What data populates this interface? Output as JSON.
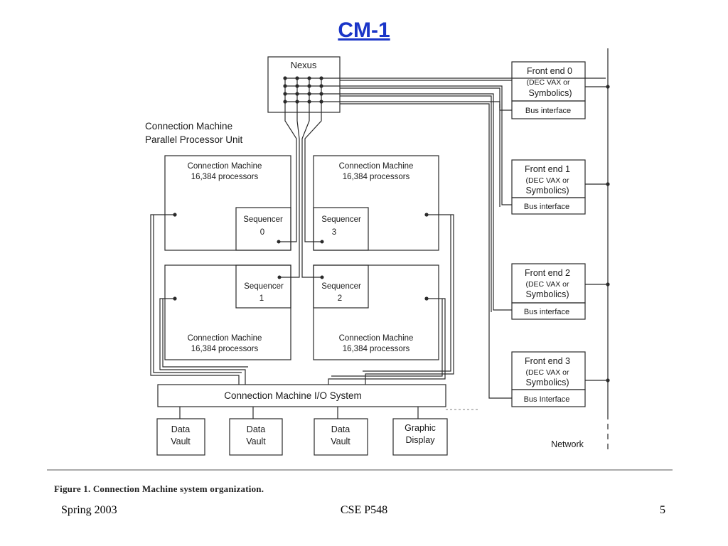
{
  "slide": {
    "title": "CM-1"
  },
  "diagram": {
    "nexus_label": "Nexus",
    "ppu_label": [
      "Connection Machine",
      "Parallel Processor Unit"
    ],
    "quadrants": [
      {
        "label1": "Connection Machine",
        "label2": "16,384 processors",
        "sequencer": "Sequencer",
        "seq_num": "0"
      },
      {
        "label1": "Connection Machine",
        "label2": "16,384 processors",
        "sequencer": "Sequencer",
        "seq_num": "3"
      },
      {
        "label1": "Connection Machine",
        "label2": "16,384 processors",
        "sequencer": "Sequencer",
        "seq_num": "1"
      },
      {
        "label1": "Connection Machine",
        "label2": "16,384 processors",
        "sequencer": "Sequencer",
        "seq_num": "2"
      }
    ],
    "front_ends": [
      {
        "line1": "Front end  0",
        "line2": "(DEC VAX  or",
        "line3": "Symbolics)",
        "bus": "Bus interface"
      },
      {
        "line1": "Front end  1",
        "line2": "(DEC VAX  or",
        "line3": "Symbolics)",
        "bus": "Bus interface"
      },
      {
        "line1": "Front end  2",
        "line2": "(DEC VAX  or",
        "line3": "Symbolics)",
        "bus": "Bus interface"
      },
      {
        "line1": "Front end  3",
        "line2": "(DEC VAX  or",
        "line3": "Symbolics)",
        "bus": "Bus Interface"
      }
    ],
    "io_system": "Connection Machine I/O System",
    "devices": [
      {
        "line1": "Data",
        "line2": "Vault"
      },
      {
        "line1": "Data",
        "line2": "Vault"
      },
      {
        "line1": "Data",
        "line2": "Vault"
      },
      {
        "line1": "Graphic",
        "line2": "Display"
      }
    ],
    "network_label": "Network"
  },
  "caption": "Figure 1. Connection Machine system organization.",
  "footer": {
    "left": "Spring 2003",
    "center": "CSE P548",
    "right": "5"
  }
}
